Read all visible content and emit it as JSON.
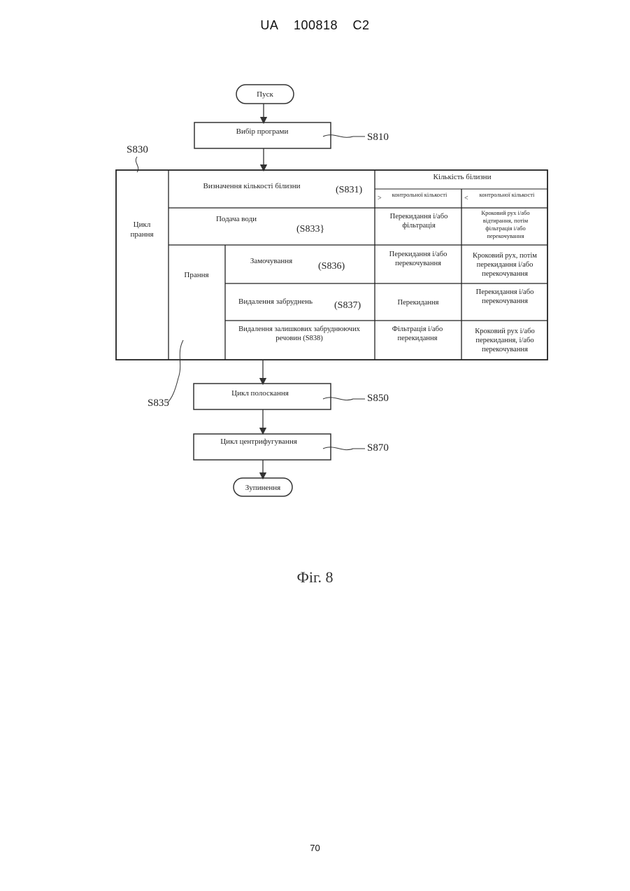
{
  "header": {
    "country": "UA",
    "number": "100818",
    "kind": "C2"
  },
  "flowchart": {
    "start": "Пуск",
    "program_select": {
      "label": "Вибір програми",
      "ref": "S810"
    },
    "wash_cycle_ref": "S830",
    "wash_cycle_label": "Цикл прання",
    "wash_sub_ref": "S835",
    "table": {
      "header": "Кількість білизни",
      "col_gt": {
        "symbol": ">",
        "label": "контрольної кількості"
      },
      "col_lt": {
        "symbol": "<",
        "label": "контрольної кількості"
      },
      "rows": {
        "determine": {
          "label": "Визначення кількості білизни",
          "ref": "(S831)"
        },
        "water": {
          "label": "Подача води",
          "ref": "(S833}",
          "gt": "Перекидання і/або фільтрація",
          "lt": "Кроковий рух і/або відтирання, потім фільтрація і/або перекочування"
        },
        "washing_label": "Прання",
        "soak": {
          "label": "Замочування",
          "ref": "(S836)",
          "gt": "Перекидання і/або перекочування",
          "lt": "Кроковий рух, потім перекидання і/або перекочування"
        },
        "dirt": {
          "label": "Видалення забруднень",
          "ref": "(S837)",
          "gt": "Перекидання",
          "lt": "Перекидання і/або перекочування"
        },
        "residual": {
          "label": "Видалення залишкових забруднюючих речовин (S838)",
          "gt": "Фільтрація і/або перекидання",
          "lt": "Кроковий рух і/або перекидання, і/або перекочування"
        }
      }
    },
    "rinse": {
      "label": "Цикл полоскання",
      "ref": "S850"
    },
    "spin": {
      "label": "Цикл центрифугування",
      "ref": "S870"
    },
    "stop": "Зупинення"
  },
  "figure_caption": "Фіг. 8",
  "page_number": "70"
}
